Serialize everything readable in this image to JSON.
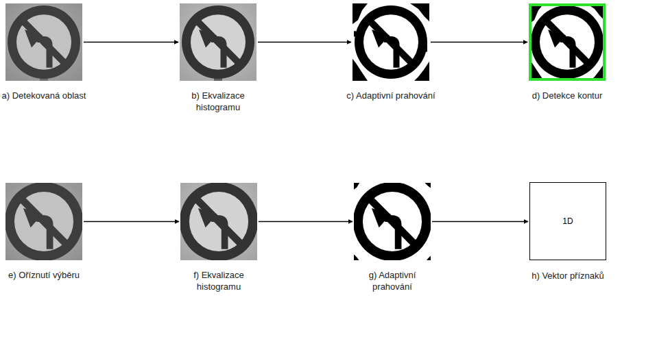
{
  "diagram": {
    "nodes": [
      {
        "text": [
          "a) Detekovaná oblast"
        ]
      },
      {
        "text": [
          "b) Ekvalizace histogramu"
        ]
      },
      {
        "text": [
          "c) Adaptivní prahování"
        ]
      },
      {
        "text": [
          "d) Detekce kontur"
        ]
      },
      {
        "text": [
          "e) Oříznutí výběru"
        ]
      },
      {
        "text": [
          "f) Ekvalizace histogramu"
        ]
      },
      {
        "text": [
          "g) Adaptivní prahování"
        ]
      },
      {
        "text": [
          "1D",
          "h) Vektor příznaků"
        ]
      }
    ],
    "edges": [
      {
        "from": 0,
        "to": 1,
        "arrow": "to"
      },
      {
        "from": 1,
        "to": 2,
        "arrow": "to"
      },
      {
        "from": 2,
        "to": 3,
        "arrow": "to"
      },
      {
        "from": 4,
        "to": 5,
        "arrow": "to"
      },
      {
        "from": 5,
        "to": 6,
        "arrow": "to"
      },
      {
        "from": 6,
        "to": 7,
        "arrow": "to"
      }
    ]
  }
}
